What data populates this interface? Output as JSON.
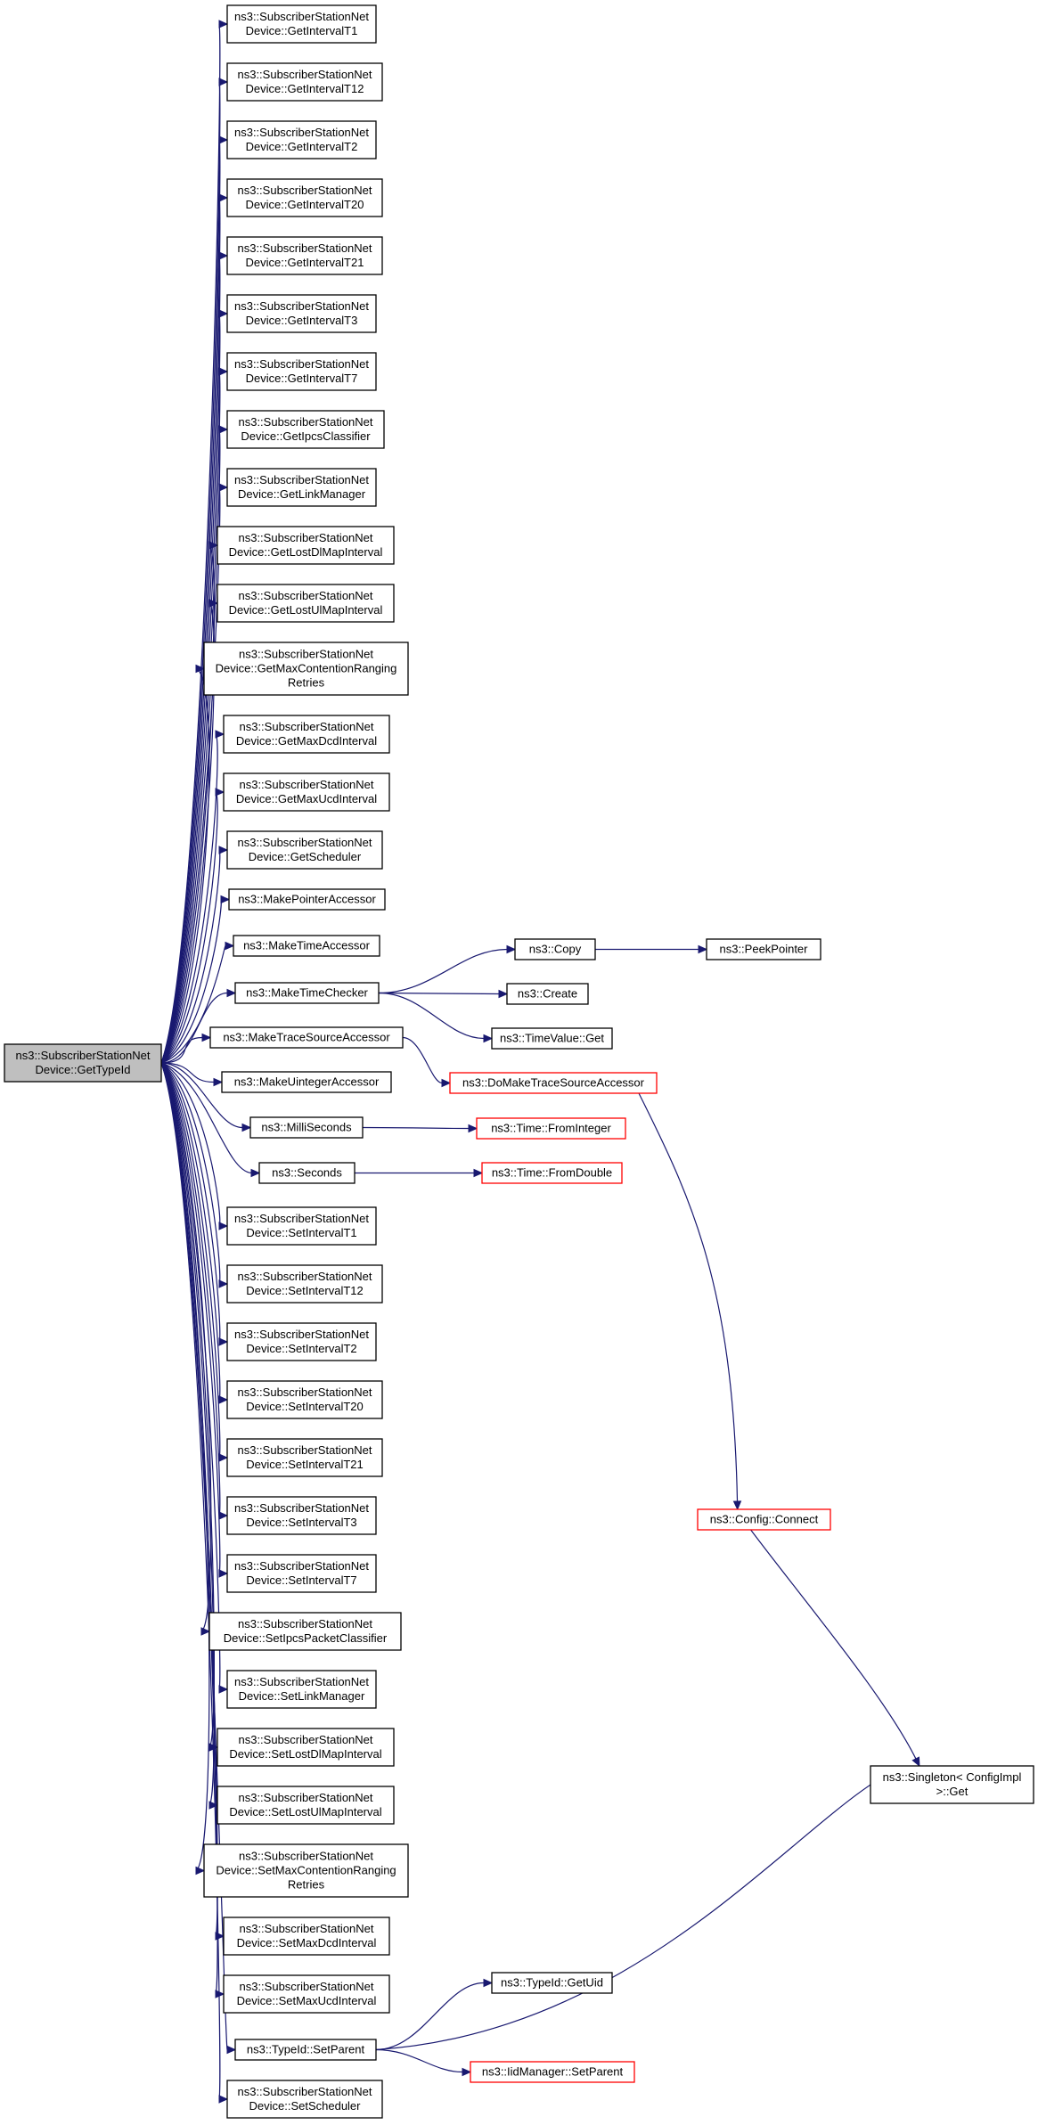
{
  "colors": {
    "edge": "#191970",
    "root_fill": "#bfbfbf",
    "node_border": "#000000",
    "truncated_border": "#ff0000"
  },
  "nodes": [
    {
      "id": "root",
      "lines": [
        "ns3::SubscriberStationNet",
        "Device::GetTypeId"
      ],
      "kind": "root"
    },
    {
      "id": "getT1",
      "lines": [
        "ns3::SubscriberStationNet",
        "Device::GetIntervalT1"
      ]
    },
    {
      "id": "getT12",
      "lines": [
        "ns3::SubscriberStationNet",
        "Device::GetIntervalT12"
      ]
    },
    {
      "id": "getT2",
      "lines": [
        "ns3::SubscriberStationNet",
        "Device::GetIntervalT2"
      ]
    },
    {
      "id": "getT20",
      "lines": [
        "ns3::SubscriberStationNet",
        "Device::GetIntervalT20"
      ]
    },
    {
      "id": "getT21",
      "lines": [
        "ns3::SubscriberStationNet",
        "Device::GetIntervalT21"
      ]
    },
    {
      "id": "getT3",
      "lines": [
        "ns3::SubscriberStationNet",
        "Device::GetIntervalT3"
      ]
    },
    {
      "id": "getT7",
      "lines": [
        "ns3::SubscriberStationNet",
        "Device::GetIntervalT7"
      ]
    },
    {
      "id": "getIpcs",
      "lines": [
        "ns3::SubscriberStationNet",
        "Device::GetIpcsClassifier"
      ]
    },
    {
      "id": "getLink",
      "lines": [
        "ns3::SubscriberStationNet",
        "Device::GetLinkManager"
      ]
    },
    {
      "id": "getLostDl",
      "lines": [
        "ns3::SubscriberStationNet",
        "Device::GetLostDlMapInterval"
      ]
    },
    {
      "id": "getLostUl",
      "lines": [
        "ns3::SubscriberStationNet",
        "Device::GetLostUlMapInterval"
      ]
    },
    {
      "id": "getMaxCont",
      "lines": [
        "ns3::SubscriberStationNet",
        "Device::GetMaxContentionRanging",
        "Retries"
      ]
    },
    {
      "id": "getMaxDcd",
      "lines": [
        "ns3::SubscriberStationNet",
        "Device::GetMaxDcdInterval"
      ]
    },
    {
      "id": "getMaxUcd",
      "lines": [
        "ns3::SubscriberStationNet",
        "Device::GetMaxUcdInterval"
      ]
    },
    {
      "id": "getSched",
      "lines": [
        "ns3::SubscriberStationNet",
        "Device::GetScheduler"
      ]
    },
    {
      "id": "mkPtr",
      "lines": [
        "ns3::MakePointerAccessor"
      ]
    },
    {
      "id": "mkTimeAcc",
      "lines": [
        "ns3::MakeTimeAccessor"
      ]
    },
    {
      "id": "mkTimeChk",
      "lines": [
        "ns3::MakeTimeChecker"
      ]
    },
    {
      "id": "mkTrace",
      "lines": [
        "ns3::MakeTraceSourceAccessor"
      ]
    },
    {
      "id": "mkUint",
      "lines": [
        "ns3::MakeUintegerAccessor"
      ]
    },
    {
      "id": "milli",
      "lines": [
        "ns3::MilliSeconds"
      ]
    },
    {
      "id": "seconds",
      "lines": [
        "ns3::Seconds"
      ]
    },
    {
      "id": "setT1",
      "lines": [
        "ns3::SubscriberStationNet",
        "Device::SetIntervalT1"
      ]
    },
    {
      "id": "setT12",
      "lines": [
        "ns3::SubscriberStationNet",
        "Device::SetIntervalT12"
      ]
    },
    {
      "id": "setT2",
      "lines": [
        "ns3::SubscriberStationNet",
        "Device::SetIntervalT2"
      ]
    },
    {
      "id": "setT20",
      "lines": [
        "ns3::SubscriberStationNet",
        "Device::SetIntervalT20"
      ]
    },
    {
      "id": "setT21",
      "lines": [
        "ns3::SubscriberStationNet",
        "Device::SetIntervalT21"
      ]
    },
    {
      "id": "setT3",
      "lines": [
        "ns3::SubscriberStationNet",
        "Device::SetIntervalT3"
      ]
    },
    {
      "id": "setT7",
      "lines": [
        "ns3::SubscriberStationNet",
        "Device::SetIntervalT7"
      ]
    },
    {
      "id": "setIpcs",
      "lines": [
        "ns3::SubscriberStationNet",
        "Device::SetIpcsPacketClassifier"
      ]
    },
    {
      "id": "setLink",
      "lines": [
        "ns3::SubscriberStationNet",
        "Device::SetLinkManager"
      ]
    },
    {
      "id": "setLostDl",
      "lines": [
        "ns3::SubscriberStationNet",
        "Device::SetLostDlMapInterval"
      ]
    },
    {
      "id": "setLostUl",
      "lines": [
        "ns3::SubscriberStationNet",
        "Device::SetLostUlMapInterval"
      ]
    },
    {
      "id": "setMaxCont",
      "lines": [
        "ns3::SubscriberStationNet",
        "Device::SetMaxContentionRanging",
        "Retries"
      ]
    },
    {
      "id": "setMaxDcd",
      "lines": [
        "ns3::SubscriberStationNet",
        "Device::SetMaxDcdInterval"
      ]
    },
    {
      "id": "setMaxUcd",
      "lines": [
        "ns3::SubscriberStationNet",
        "Device::SetMaxUcdInterval"
      ]
    },
    {
      "id": "setParent",
      "lines": [
        "ns3::TypeId::SetParent"
      ]
    },
    {
      "id": "setSched",
      "lines": [
        "ns3::SubscriberStationNet",
        "Device::SetScheduler"
      ]
    },
    {
      "id": "copy",
      "lines": [
        "ns3::Copy"
      ]
    },
    {
      "id": "create",
      "lines": [
        "ns3::Create"
      ]
    },
    {
      "id": "timeValGet",
      "lines": [
        "ns3::TimeValue::Get"
      ]
    },
    {
      "id": "doMkTrace",
      "lines": [
        "ns3::DoMakeTraceSourceAccessor"
      ],
      "kind": "red"
    },
    {
      "id": "fromInt",
      "lines": [
        "ns3::Time::FromInteger"
      ],
      "kind": "red"
    },
    {
      "id": "fromDbl",
      "lines": [
        "ns3::Time::FromDouble"
      ],
      "kind": "red"
    },
    {
      "id": "peek",
      "lines": [
        "ns3::PeekPointer"
      ]
    },
    {
      "id": "connect",
      "lines": [
        "ns3::Config::Connect"
      ],
      "kind": "red"
    },
    {
      "id": "singleton",
      "lines": [
        "ns3::Singleton< ConfigImpl",
        " >::Get"
      ]
    },
    {
      "id": "getUid",
      "lines": [
        "ns3::TypeId::GetUid"
      ]
    },
    {
      "id": "iidSetParent",
      "lines": [
        "ns3::IidManager::SetParent"
      ],
      "kind": "red"
    }
  ],
  "edges": [
    [
      "root",
      "getT1"
    ],
    [
      "root",
      "getT12"
    ],
    [
      "root",
      "getT2"
    ],
    [
      "root",
      "getT20"
    ],
    [
      "root",
      "getT21"
    ],
    [
      "root",
      "getT3"
    ],
    [
      "root",
      "getT7"
    ],
    [
      "root",
      "getIpcs"
    ],
    [
      "root",
      "getLink"
    ],
    [
      "root",
      "getLostDl"
    ],
    [
      "root",
      "getLostUl"
    ],
    [
      "root",
      "getMaxCont"
    ],
    [
      "root",
      "getMaxDcd"
    ],
    [
      "root",
      "getMaxUcd"
    ],
    [
      "root",
      "getSched"
    ],
    [
      "root",
      "mkPtr"
    ],
    [
      "root",
      "mkTimeAcc"
    ],
    [
      "root",
      "mkTimeChk"
    ],
    [
      "root",
      "mkTrace"
    ],
    [
      "root",
      "mkUint"
    ],
    [
      "root",
      "milli"
    ],
    [
      "root",
      "seconds"
    ],
    [
      "root",
      "setT1"
    ],
    [
      "root",
      "setT12"
    ],
    [
      "root",
      "setT2"
    ],
    [
      "root",
      "setT20"
    ],
    [
      "root",
      "setT21"
    ],
    [
      "root",
      "setT3"
    ],
    [
      "root",
      "setT7"
    ],
    [
      "root",
      "setIpcs"
    ],
    [
      "root",
      "setLink"
    ],
    [
      "root",
      "setLostDl"
    ],
    [
      "root",
      "setLostUl"
    ],
    [
      "root",
      "setMaxCont"
    ],
    [
      "root",
      "setMaxDcd"
    ],
    [
      "root",
      "setMaxUcd"
    ],
    [
      "root",
      "setParent"
    ],
    [
      "root",
      "setSched"
    ],
    [
      "mkTimeChk",
      "copy"
    ],
    [
      "mkTimeChk",
      "create"
    ],
    [
      "mkTimeChk",
      "timeValGet"
    ],
    [
      "mkTrace",
      "doMkTrace"
    ],
    [
      "milli",
      "fromInt"
    ],
    [
      "seconds",
      "fromDbl"
    ],
    [
      "copy",
      "peek"
    ],
    [
      "doMkTrace",
      "connect"
    ],
    [
      "connect",
      "singleton"
    ],
    [
      "setParent",
      "getUid"
    ],
    [
      "setParent",
      "singleton"
    ],
    [
      "setParent",
      "iidSetParent"
    ]
  ]
}
